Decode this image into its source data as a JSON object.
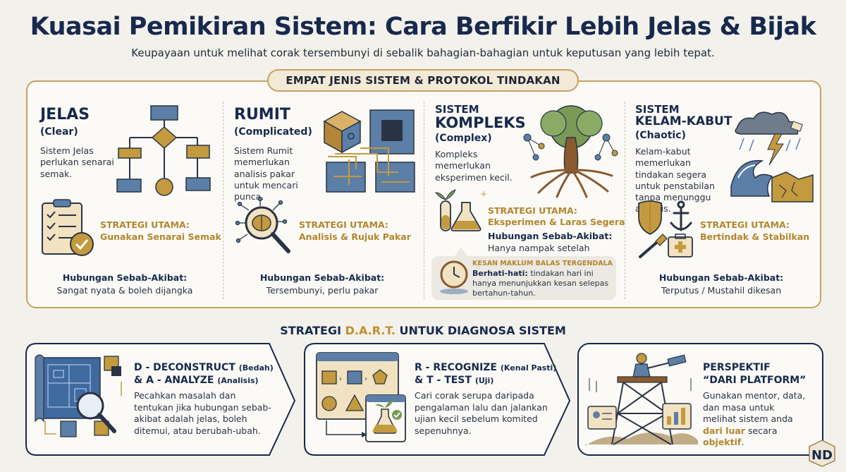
{
  "header": {
    "title": "Kuasai Pemikiran Sistem: Cara Berfikir Lebih Jelas & Bijak",
    "subtitle": "Keupayaan untuk melihat corak tersembunyi di sebalik bahagian-bahagian untuk keputusan yang lebih tepat."
  },
  "panel": {
    "heading": "EMPAT JENIS SISTEM & PROTOKOL TINDAKAN"
  },
  "systems": [
    {
      "title": "JELAS",
      "subtitle": "(Clear)",
      "description": "Sistem Jelas perlukan senarai semak.",
      "strategy_label": "STRATEGI UTAMA:",
      "strategy": "Gunakan Senarai Semak",
      "relation_label": "Hubungan Sebab-Akibat:",
      "relation": "Sangat nyata & boleh dijangka"
    },
    {
      "title": "RUMIT",
      "subtitle": "(Complicated)",
      "description": "Sistem Rumit memerlukan analisis pakar untuk mencari punca.",
      "strategy_label": "STRATEGI UTAMA:",
      "strategy": "Analisis & Rujuk Pakar",
      "relation_label": "Hubungan Sebab-Akibat:",
      "relation": "Tersembunyi, perlu pakar"
    },
    {
      "title_prefix": "SISTEM",
      "title": "KOMPLEKS",
      "subtitle": "(Complex)",
      "description": "Kompleks memerlukan eksperimen kecil.",
      "strategy_label": "STRATEGI UTAMA:",
      "strategy": "Eksperimen & Laras Segera",
      "relation_label": "Hubungan Sebab-Akibat:",
      "relation": "Hanya nampak setelah berlaku",
      "note_title": "KESAN MAKLUM BALAS TERGENDALA",
      "note_bold": "Berhati-hati:",
      "note_text": "tindakan hari ini hanya menunjukkan kesan selepas bertahun-tahun."
    },
    {
      "title_prefix": "SISTEM",
      "title": "KELAM-KABUT",
      "subtitle": "(Chaotic)",
      "description": "Kelam-kabut memerlukan tindakan segera untuk penstabilan tanpa menunggu analisis.",
      "strategy_label": "STRATEGI UTAMA:",
      "strategy": "Bertindak & Stabilkan",
      "relation_label": "Hubungan Sebab-Akibat:",
      "relation": "Terputus / Mustahil dikesan"
    }
  ],
  "dart": {
    "heading_pre": "STRATEGI ",
    "heading_hl": "D.A.R.T.",
    "heading_post": " UNTUK DIAGNOSA SISTEM",
    "cards": [
      {
        "line1": "D - DECONSTRUCT",
        "line1_small": "(Bedah)",
        "line2": "& A - ANALYZE",
        "line2_small": "(Analisis)",
        "description": "Pecahkan masalah dan tentukan jika hubungan sebab-akibat adalah jelas, boleh ditemui, atau berubah-ubah."
      },
      {
        "line1": "R - RECOGNIZE",
        "line1_small": "(Kenal Pasti)",
        "line2": "& T - TEST",
        "line2_small": "(Uji)",
        "description": "Cari corak serupa daripada pengalaman lalu dan jalankan ujian kecil sebelum komited sepenuhnya."
      },
      {
        "line1": "PERSPEKTIF",
        "line2": "“DARI PLATFORM”",
        "desc_pre": "Gunakan mentor, data, dan masa untuk melihat sistem anda ",
        "desc_hl1": "dari luar",
        "desc_mid": " secara ",
        "desc_hl2": "objektif",
        "desc_post": "."
      }
    ]
  },
  "logo": {
    "text": "ND"
  },
  "colors": {
    "navy": "#17294d",
    "gold": "#c7a261",
    "gold_text": "#b3862e",
    "background": "#f3f1ec",
    "steel_blue": "#5b7fa6"
  }
}
